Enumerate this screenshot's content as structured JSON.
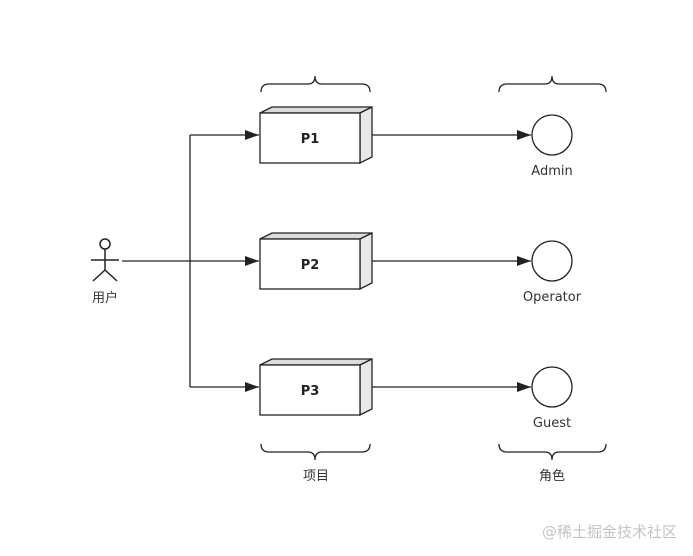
{
  "actor": {
    "label": "用户"
  },
  "projects": [
    {
      "label": "P1"
    },
    {
      "label": "P2"
    },
    {
      "label": "P3"
    }
  ],
  "roles": [
    {
      "label": "Admin"
    },
    {
      "label": "Operator"
    },
    {
      "label": "Guest"
    }
  ],
  "groups": {
    "projects_label": "项目",
    "roles_label": "角色"
  },
  "watermark": "@稀土掘金技术社区",
  "colors": {
    "stroke": "#222222",
    "box_front": "#ffffff",
    "box_top": "#dcdcdc",
    "box_side": "#e8e8e8",
    "watermark": "#c4c4c4"
  }
}
